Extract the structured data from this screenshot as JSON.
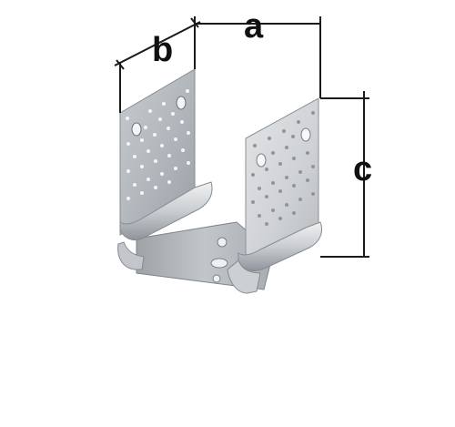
{
  "dimensions": {
    "a": "a",
    "b": "b",
    "c": "c"
  },
  "colors": {
    "line": "#1a1a1a",
    "metal_light": "#d6d9dc",
    "metal_mid": "#b9bdc2",
    "metal_dark": "#8e9398",
    "hole": "#f4f5f6"
  }
}
